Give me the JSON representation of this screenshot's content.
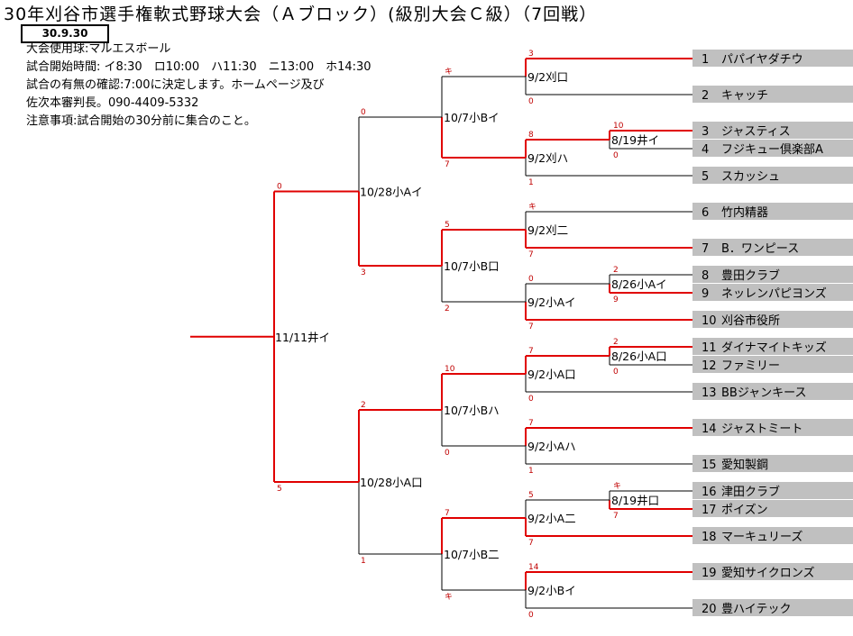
{
  "title": "30年刈谷市選手権軟式野球大会（Ａブロック）(級別大会Ｃ級）（7回戦）",
  "date_box": "30.9.30",
  "info_lines": [
    "大会使用球:マルエスボール",
    "試合開始時間: イ8:30　ロ10:00　ハ11:30　ニ13:00　ホ14:30",
    "試合の有無の確認:7:00に決定します。ホームページ及び",
    "佐次本審判長。090-4409-5332",
    "注意事項:試合開始の30分前に集合のこと。"
  ],
  "teams": [
    {
      "num": "1",
      "name": "パパイヤダチウ"
    },
    {
      "num": "2",
      "name": "キャッチ"
    },
    {
      "num": "3",
      "name": "ジャスティス"
    },
    {
      "num": "4",
      "name": "フジキュー倶楽部A"
    },
    {
      "num": "5",
      "name": "スカッシュ"
    },
    {
      "num": "6",
      "name": "竹内精器"
    },
    {
      "num": "7",
      "name": "B．ワンピース"
    },
    {
      "num": "8",
      "name": "豊田クラブ"
    },
    {
      "num": "9",
      "name": "ネッレンパピヨンズ"
    },
    {
      "num": "10",
      "name": "刈谷市役所"
    },
    {
      "num": "11",
      "name": "ダイナマイトキッズ"
    },
    {
      "num": "12",
      "name": "ファミリー"
    },
    {
      "num": "13",
      "name": "BBジャンキース"
    },
    {
      "num": "14",
      "name": "ジャストミート"
    },
    {
      "num": "15",
      "name": "愛知製鋼"
    },
    {
      "num": "16",
      "name": "津田クラブ"
    },
    {
      "num": "17",
      "name": "ポイズン"
    },
    {
      "num": "18",
      "name": "マーキュリーズ"
    },
    {
      "num": "19",
      "name": "愛知サイクロンズ"
    },
    {
      "num": "20",
      "name": "豊ハイテック"
    }
  ],
  "matches": {
    "r1": [
      {
        "label": "8/19井イ",
        "s_top": "10",
        "s_bot": "0"
      },
      {
        "label": "8/26小Aイ",
        "s_top": "2",
        "s_bot": "9"
      },
      {
        "label": "8/26小A口",
        "s_top": "2",
        "s_bot": "0"
      },
      {
        "label": "8/19井口",
        "s_top": "キ",
        "s_bot": "7"
      }
    ],
    "r2": [
      {
        "label": "9/2刈口",
        "s_top": "3",
        "s_bot": "0"
      },
      {
        "label": "9/2刈ハ",
        "s_top": "8",
        "s_bot": "1"
      },
      {
        "label": "9/2刈二",
        "s_top": "キ",
        "s_bot": "7"
      },
      {
        "label": "9/2小Aイ",
        "s_top": "0",
        "s_bot": "7"
      },
      {
        "label": "9/2小A口",
        "s_top": "7",
        "s_bot": "0"
      },
      {
        "label": "9/2小Aハ",
        "s_top": "7",
        "s_bot": "1"
      },
      {
        "label": "9/2小A二",
        "s_top": "5",
        "s_bot": "7"
      },
      {
        "label": "9/2小Bイ",
        "s_top": "14",
        "s_bot": "0"
      }
    ],
    "r3": [
      {
        "label": "10/7小Bイ",
        "s_top": "キ",
        "s_bot": "7"
      },
      {
        "label": "10/7小B口",
        "s_top": "5",
        "s_bot": "2"
      },
      {
        "label": "10/7小Bハ",
        "s_top": "10",
        "s_bot": "0"
      },
      {
        "label": "10/7小B二",
        "s_top": "7",
        "s_bot": "キ"
      }
    ],
    "r4": [
      {
        "label": "10/28小Aイ",
        "s_top": "0",
        "s_bot": "3"
      },
      {
        "label": "10/28小A口",
        "s_top": "2",
        "s_bot": "1"
      }
    ],
    "final": {
      "label": "11/11井イ",
      "s_top": "0",
      "s_bot": "5"
    }
  },
  "colors": {
    "winner_line": "#e00000",
    "line": "#000000",
    "team_bg": "#c0c0c0",
    "score": "#c00000"
  }
}
